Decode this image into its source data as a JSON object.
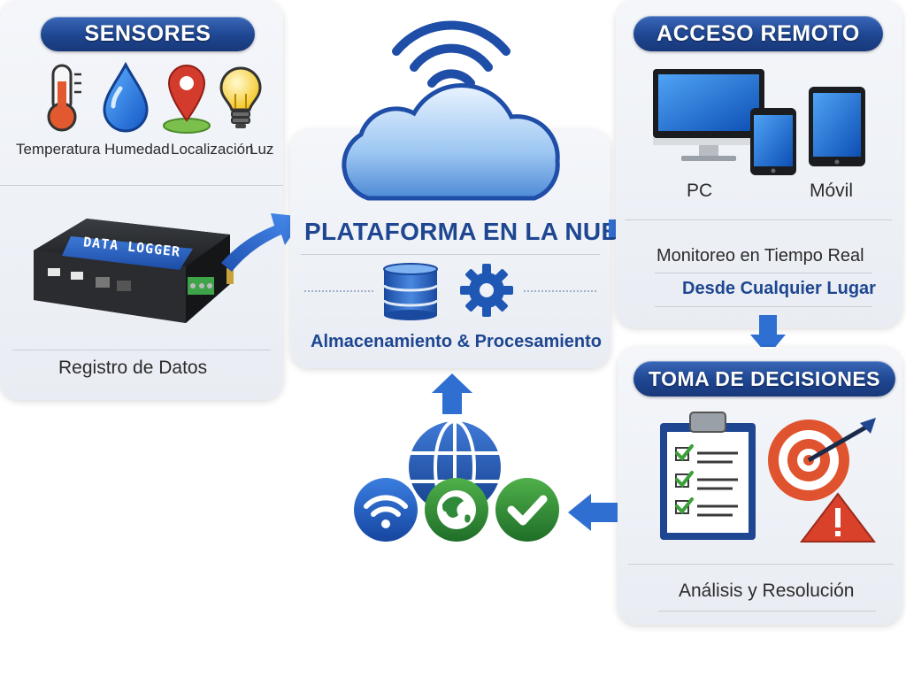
{
  "sensors": {
    "title": "SENSORES",
    "items": [
      {
        "label": "Temperatura",
        "icon": "thermometer-icon"
      },
      {
        "label": "Humedad",
        "icon": "water-drop-icon"
      },
      {
        "label": "Localización",
        "icon": "map-pin-icon"
      },
      {
        "label": "Luz",
        "icon": "light-bulb-icon"
      }
    ],
    "device_label": "DATA LOGGER",
    "footer": "Registro de Datos"
  },
  "cloud": {
    "title": "PLATAFORMA EN LA NUBE",
    "caption": "Almacenamiento & Procesamiento"
  },
  "remote": {
    "title": "ACCESO REMOTO",
    "pc_label": "PC",
    "mobile_label": "Móvil",
    "line1": "Monitoreo en Tiempo Real",
    "line2": "Desde Cualquier Lugar"
  },
  "decisions": {
    "title": "TOMA DE DECISIONES",
    "caption": "Análisis y Resolución"
  },
  "colors": {
    "brand_blue": "#1e4691",
    "arrow_blue": "#2f6fd1",
    "green": "#2f8a3a",
    "red": "#d9412b"
  }
}
